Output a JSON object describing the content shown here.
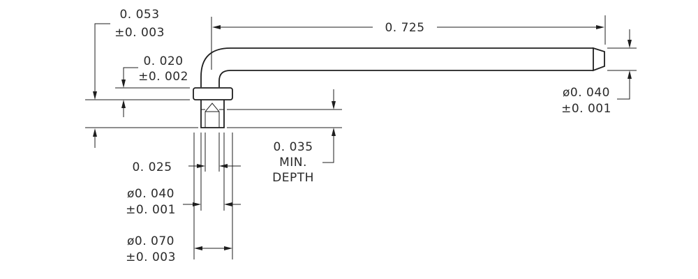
{
  "dimensions": {
    "overall_length": {
      "value": "0. 725"
    },
    "top_height": {
      "value": "0. 053",
      "tolerance": "±0. 003"
    },
    "flange_thickness": {
      "value": "0. 020",
      "tolerance": "±0. 002"
    },
    "end_diameter": {
      "value": "ø0. 040",
      "tolerance": "±0. 001"
    },
    "socket_depth": {
      "value": "0. 035",
      "line2": "MIN.",
      "line3": "DEPTH"
    },
    "wall_width": {
      "value": "0. 025"
    },
    "inner_diameter": {
      "value": "ø0. 040",
      "tolerance": "±0. 001"
    },
    "outer_diameter": {
      "value": "ø0. 070",
      "tolerance": "±0. 003"
    }
  }
}
